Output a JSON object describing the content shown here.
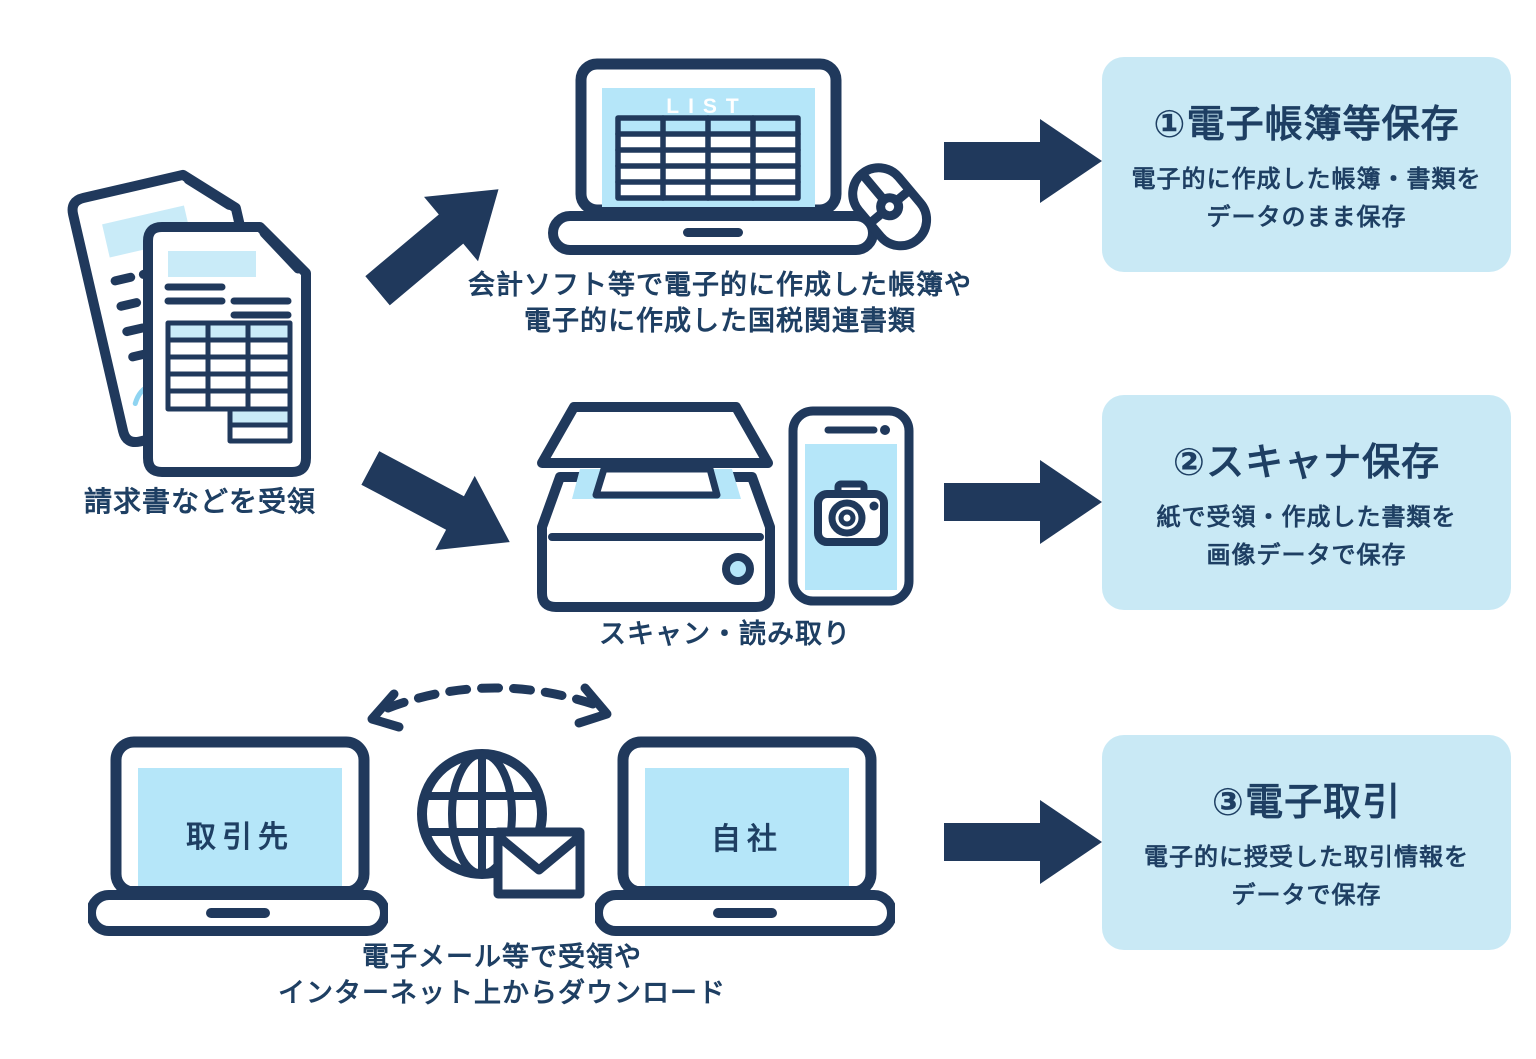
{
  "palette": {
    "navy": "#20395c",
    "text": "#1e3f63",
    "box_bg": "#c9e9f5",
    "screen_blue": "#b5e6f9",
    "doc_blue": "#c9ebf8",
    "signature_blue": "#8fd4f1"
  },
  "source": {
    "caption": "請求書などを受領"
  },
  "flow1": {
    "device_label": "LIST",
    "caption_line1": "会計ソフト等で電子的に作成した帳簿や",
    "caption_line2": "電子的に作成した国税関連書類",
    "result_title": "①電子帳簿等保存",
    "result_desc_line1": "電子的に作成した帳簿・書類を",
    "result_desc_line2": "データのまま保存"
  },
  "flow2": {
    "caption": "スキャン・読み取り",
    "result_title": "②スキャナ保存",
    "result_desc_line1": "紙で受領・作成した書類を",
    "result_desc_line2": "画像データで保存"
  },
  "flow3": {
    "partner_label": "取引先",
    "company_label": "自社",
    "caption_line1": "電子メール等で受領や",
    "caption_line2": "インターネット上からダウンロード",
    "result_title": "③電子取引",
    "result_desc_line1": "電子的に授受した取引情報を",
    "result_desc_line2": "データで保存"
  }
}
